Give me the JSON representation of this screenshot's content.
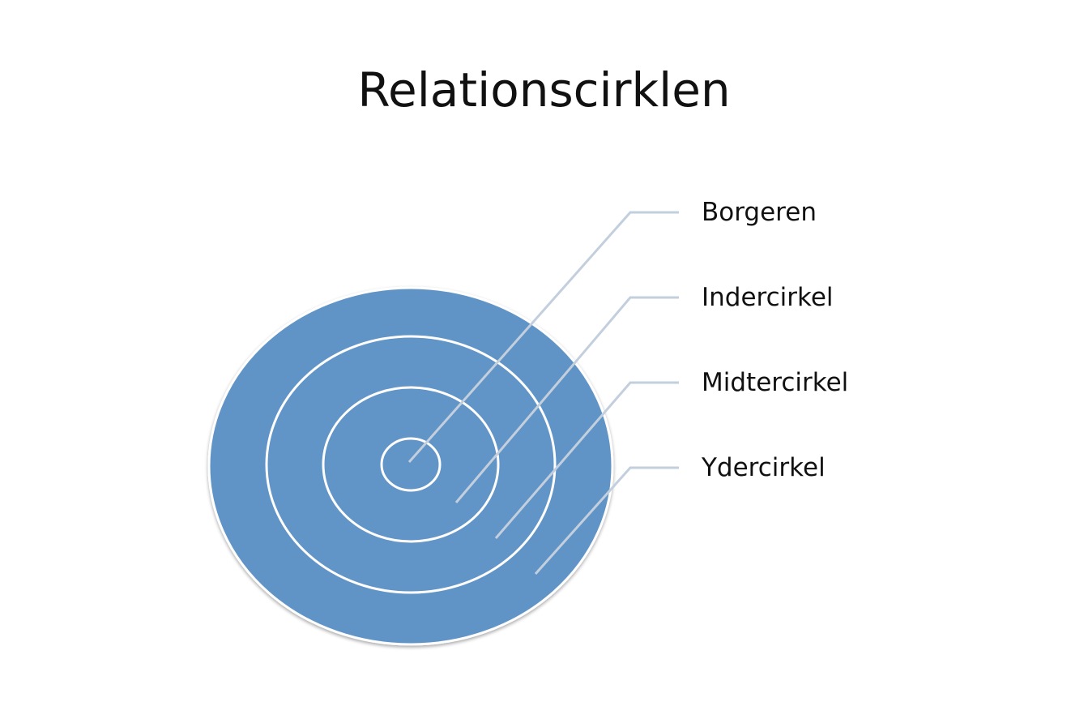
{
  "slide": {
    "title": "Relationscirklen"
  },
  "diagram": {
    "fill_color": "#6194c7",
    "ring_color": "#ffffff",
    "leader_color": "#c3cfdd",
    "labels": [
      "Borgeren",
      "Indercirkel",
      "Midtercirkel",
      "Ydercirkel"
    ]
  }
}
